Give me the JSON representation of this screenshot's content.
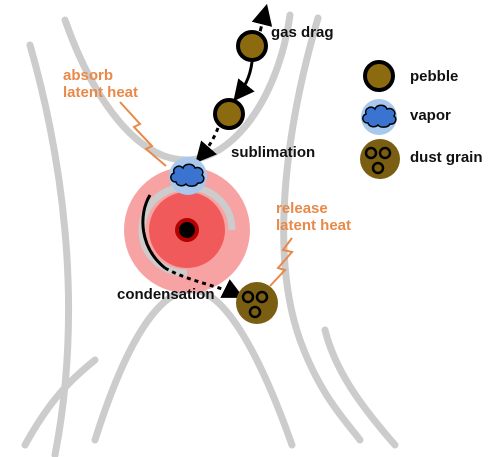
{
  "labels": {
    "gas_drag": "gas drag",
    "absorb_line1": "absorb",
    "absorb_line2": "latent heat",
    "sublimation": "sublimation",
    "release_line1": "release",
    "release_line2": "latent heat",
    "condensation": "condensation"
  },
  "legend": {
    "pebble": "pebble",
    "vapor": "vapor",
    "dust_grain": "dust grain"
  },
  "colors": {
    "pebble_fill": "#8c6a10",
    "pebble_stroke": "#000000",
    "vapor_fill": "#a9c8ee",
    "vapor_cloud": "#3b74d0",
    "dust_fill": "#7a5e12",
    "heat_text": "#e8894a",
    "heat_line": "#e8894a",
    "band_gray": "#cccccc",
    "halo_outer": "#f7a3a3",
    "halo_inner": "#f05a5a",
    "core": "#000000"
  }
}
